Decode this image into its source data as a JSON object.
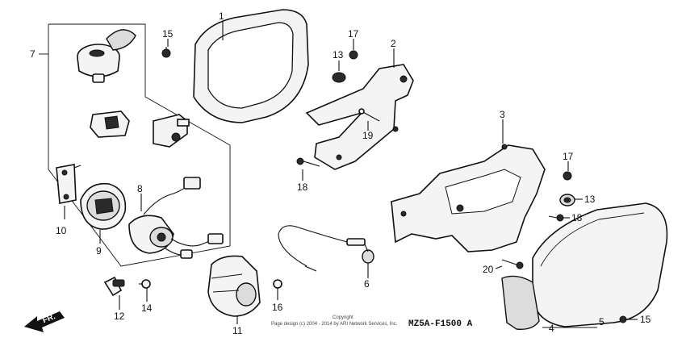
{
  "diagram": {
    "callouts": {
      "n1": "1",
      "n2": "2",
      "n3": "3",
      "n4": "4",
      "n5": "5",
      "n6": "6",
      "n7": "7",
      "n8": "8",
      "n9": "9",
      "n10": "10",
      "n11": "11",
      "n12": "12",
      "n13a": "13",
      "n13b": "13",
      "n14": "14",
      "n15a": "15",
      "n15b": "15",
      "n16": "16",
      "n17a": "17",
      "n17b": "17",
      "n18a": "18",
      "n18b": "18",
      "n19": "19",
      "n20": "20"
    },
    "copyright_line1": "Copyright",
    "copyright_line2": "Page design (c) 2004 - 2014 by ARI Network Services, Inc.",
    "diagram_code": "MZ5A-F1500 A",
    "direction_label": "FR."
  }
}
